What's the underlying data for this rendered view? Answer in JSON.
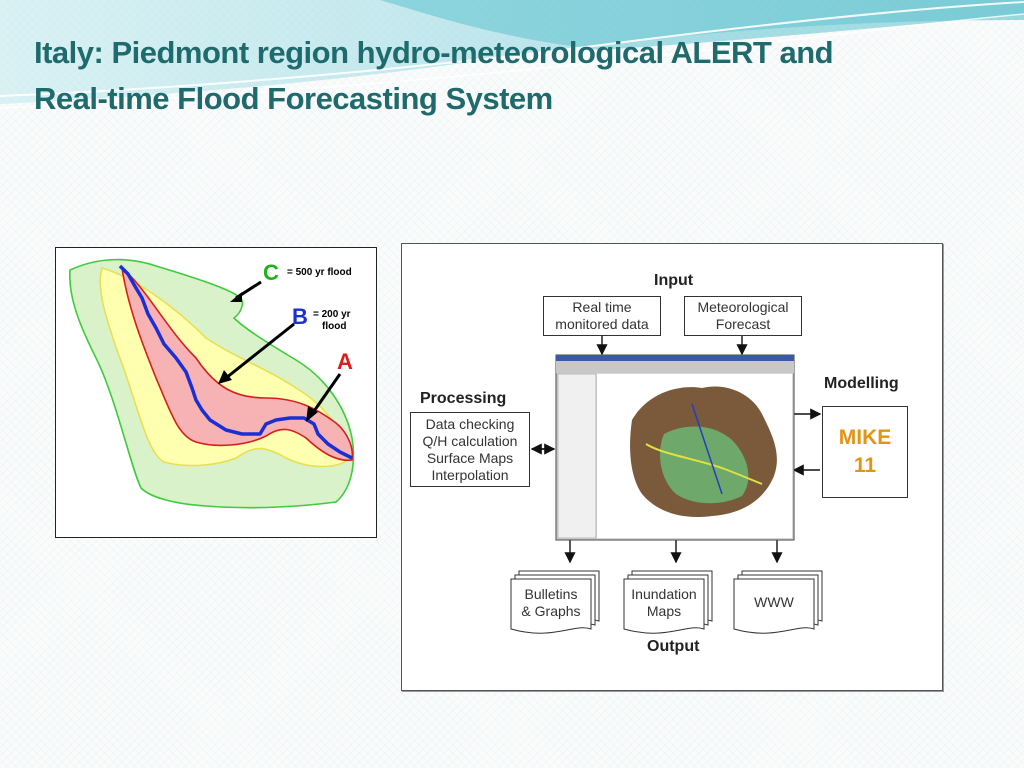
{
  "slide": {
    "title_line1": "Italy: Piedmont region hydro-meteorological ALERT and",
    "title_line2": "Real-time Flood Forecasting System"
  },
  "flood_map": {
    "labels": {
      "c_letter": "C",
      "c_desc": "= 500 yr flood",
      "b_letter": "B",
      "b_desc_line1": "= 200 yr",
      "b_desc_line2": "flood",
      "a_letter": "A"
    },
    "colors": {
      "zone_500yr": "#d9f2c9",
      "zone_200yr": "#ffffb0",
      "zone_a": "#f7b3b3",
      "river": "#1a2fd6",
      "label_c": "#1db31d",
      "label_b": "#1a2fd6",
      "label_a": "#e01b1b"
    }
  },
  "flow_diagram": {
    "input_heading": "Input",
    "input_box1_line1": "Real time",
    "input_box1_line2": "monitored data",
    "input_box2_line1": "Meteorological",
    "input_box2_line2": "Forecast",
    "processing_heading": "Processing",
    "processing_items": [
      "Data checking",
      "Q/H calculation",
      "Surface Maps",
      "Interpolation"
    ],
    "modelling_heading": "Modelling",
    "model_line1": "MIKE",
    "model_line2": "11",
    "output_doc1_line1": "Bulletins",
    "output_doc1_line2": "& Graphs",
    "output_doc2_line1": "Inundation",
    "output_doc2_line2": "Maps",
    "output_doc3": "WWW",
    "output_heading": "Output",
    "colors": {
      "model_text": "#e39410"
    }
  }
}
